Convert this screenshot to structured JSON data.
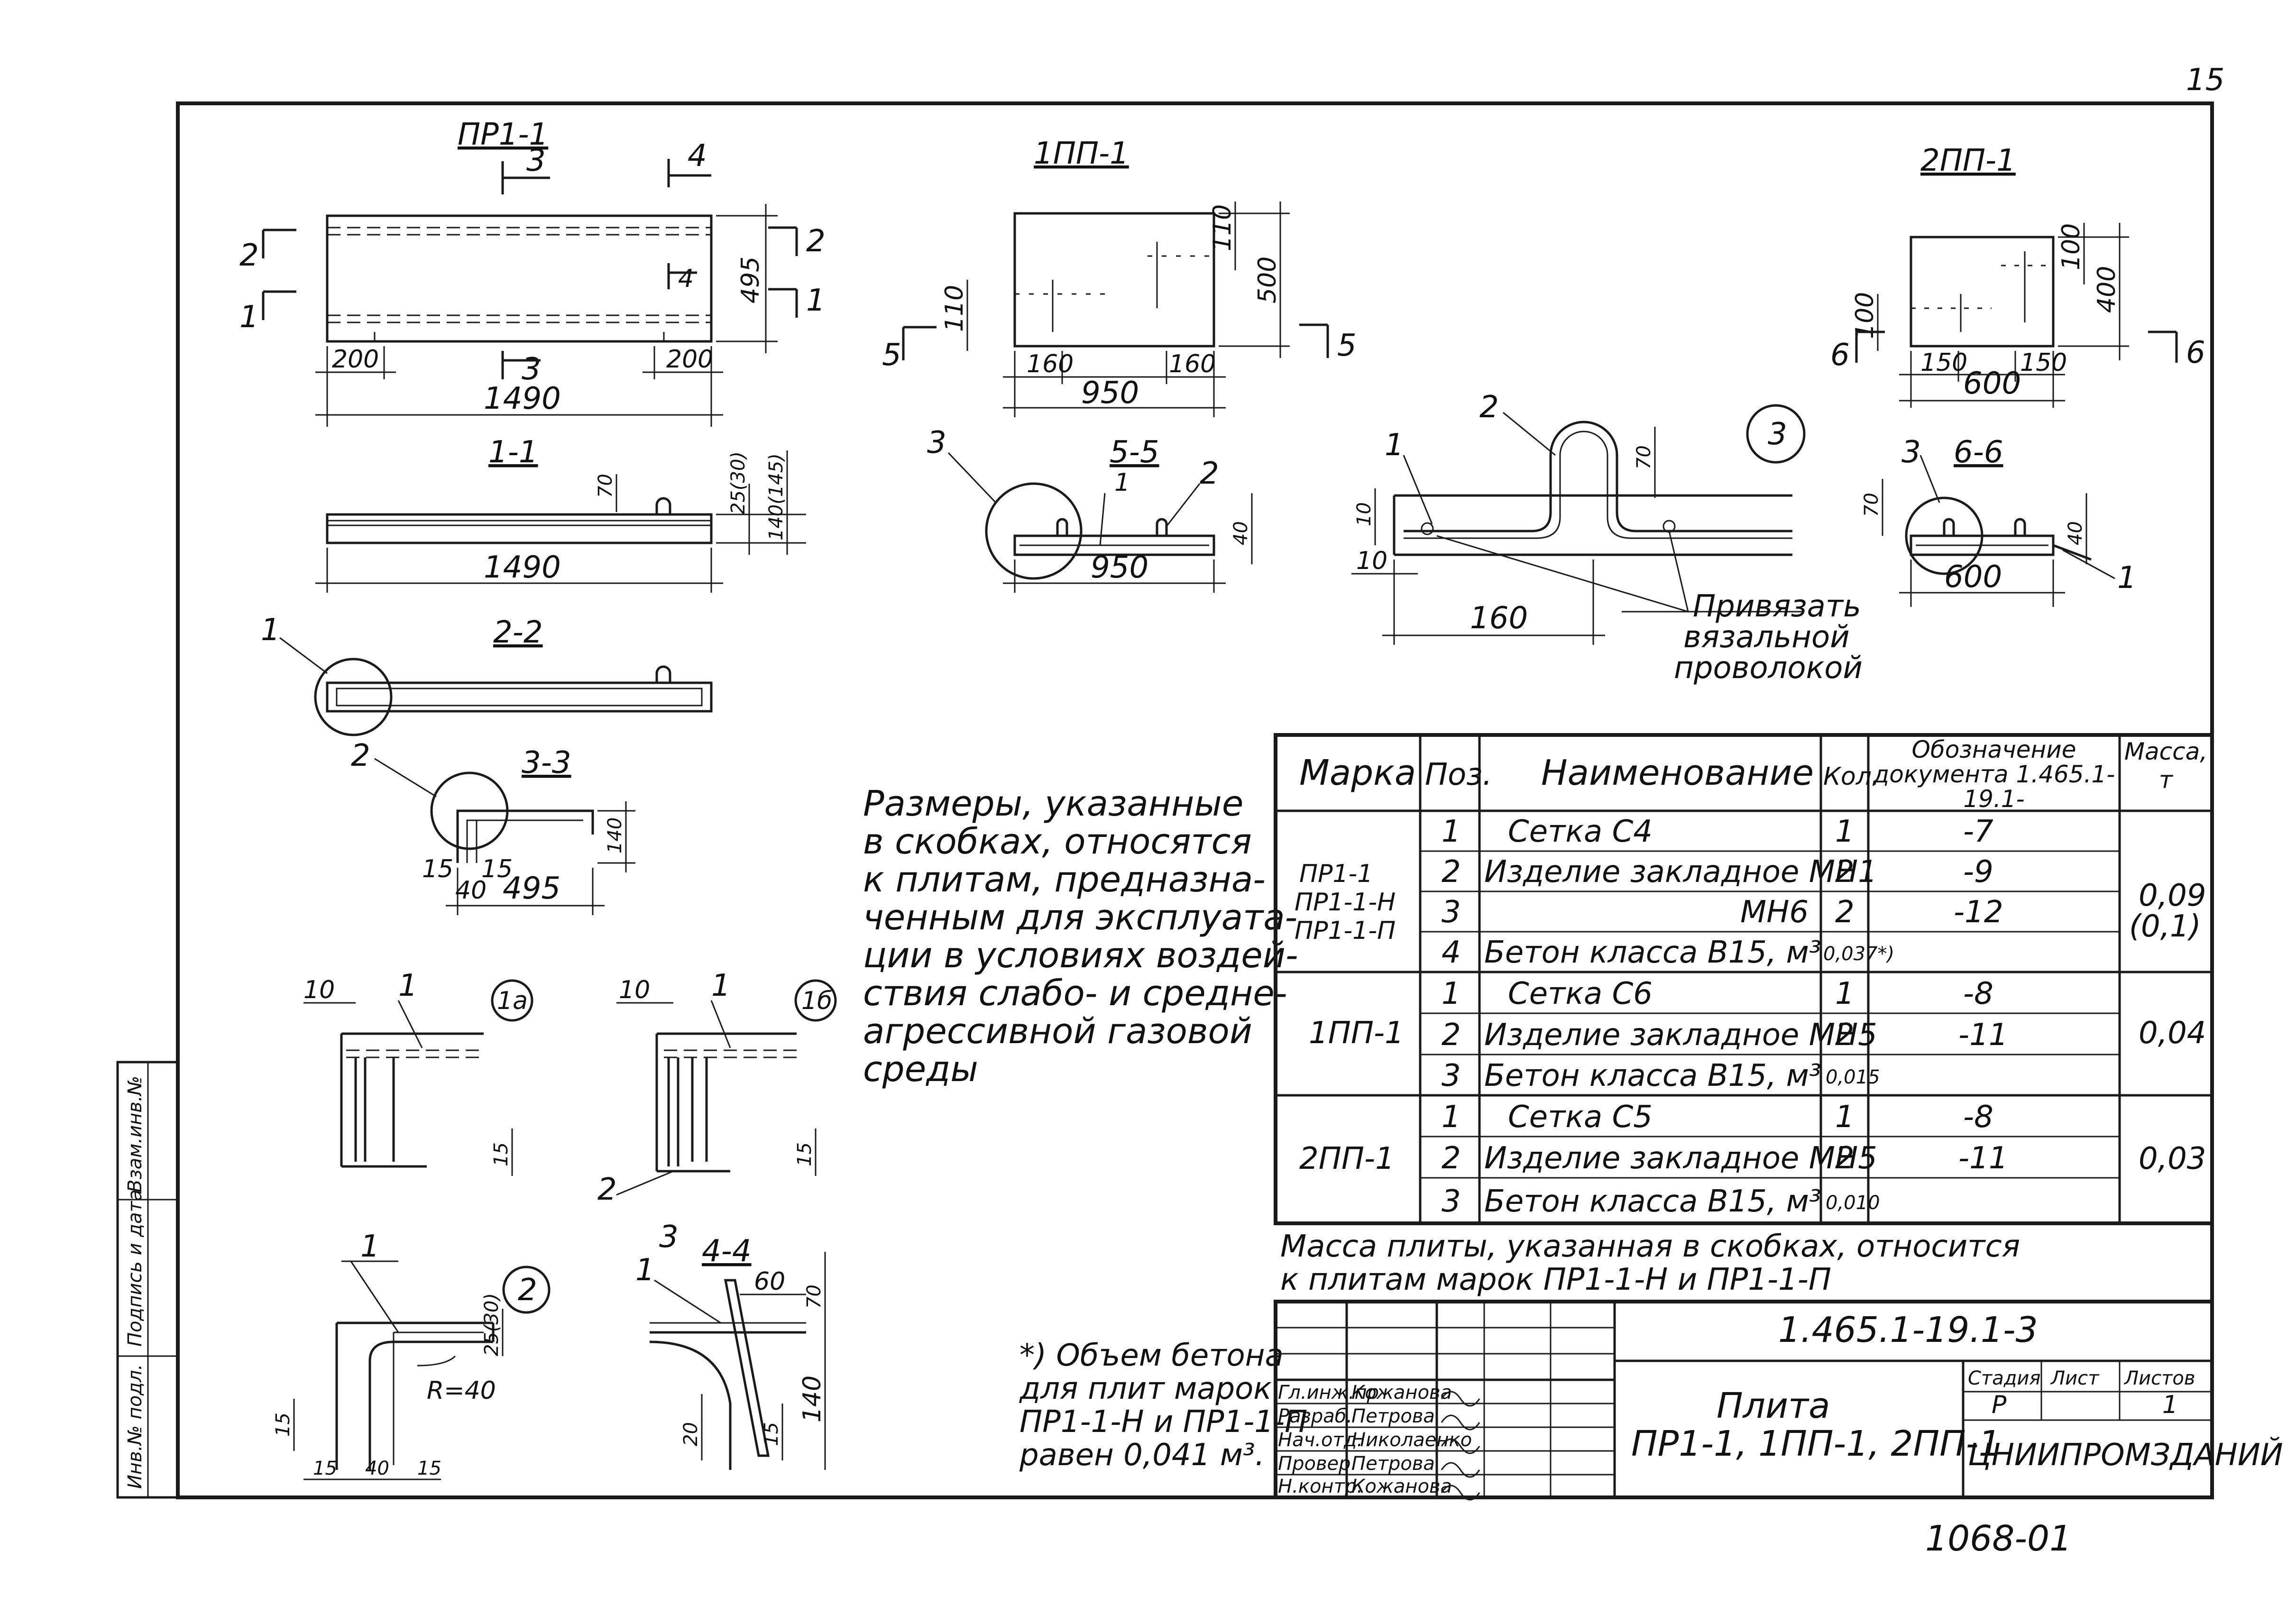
{
  "sheet": {
    "page_number": "15",
    "drawing_number": "1068-01",
    "code": "1.465.1-19.1-3",
    "title_lines": [
      "Плита",
      "ПР1-1, 1ПП-1, 2ПП-1"
    ],
    "organization": "ЦНИИПРОМЗДАНИЙ",
    "stage_label": "Стадия",
    "stage_value": "Р",
    "sheet_label": "Лист",
    "sheets_label": "Листов",
    "sheets_value": "1"
  },
  "left_strip": [
    "Инв.№ подл.",
    "Подпись и дата",
    "Взам.инв.№"
  ],
  "signatures": [
    {
      "role": "Гл.инж.пр",
      "name": "Кожанова"
    },
    {
      "role": "Разраб.",
      "name": "Петрова"
    },
    {
      "role": "Нач.отд.",
      "name": "Николаенко"
    },
    {
      "role": "Провер.",
      "name": "Петрова"
    },
    {
      "role": "Н.контр.",
      "name": "Кожанова"
    }
  ],
  "views": {
    "pr11": {
      "title": "ПР1-1",
      "dims": [
        "200",
        "200",
        "1490",
        "495"
      ],
      "cuts": [
        "1",
        "2",
        "3",
        "4"
      ]
    },
    "pp1": {
      "title": "1ПП-1",
      "dims": [
        "160",
        "160",
        "950",
        "110",
        "500",
        "110"
      ],
      "cuts": [
        "5"
      ]
    },
    "pp2": {
      "title": "2ПП-1",
      "dims": [
        "150",
        "150",
        "600",
        "100",
        "100",
        "400"
      ],
      "cuts": [
        "6"
      ]
    },
    "s11": {
      "title": "1-1",
      "dims": [
        "1490",
        "25(30)",
        "140(145)",
        "70"
      ]
    },
    "s55": {
      "title": "5-5",
      "dims": [
        "950",
        "40"
      ],
      "pos": [
        "3",
        "1",
        "2"
      ]
    },
    "s66": {
      "title": "6-6",
      "dims": [
        "600",
        "40",
        "70"
      ],
      "pos": [
        "3",
        "1"
      ]
    },
    "s22": {
      "title": "2-2",
      "pos": [
        "1"
      ]
    },
    "s33": {
      "title": "3-3",
      "dims": [
        "15",
        "15",
        "40",
        "495",
        "140"
      ],
      "pos": [
        "2"
      ]
    },
    "node3": {
      "mark": "3",
      "dims": [
        "160",
        "10",
        "10",
        "70"
      ],
      "pos": [
        "1",
        "2"
      ],
      "note": [
        "Привязать",
        "вязальной",
        "проволокой"
      ]
    },
    "node1a": {
      "mark": "1а",
      "dims": [
        "10",
        "15"
      ],
      "pos": [
        "1"
      ]
    },
    "node1b": {
      "mark": "1б",
      "dims": [
        "10",
        "15"
      ],
      "pos": [
        "1",
        "2"
      ]
    },
    "node2": {
      "mark": "2",
      "dims": [
        "R=40",
        "25(30)",
        "15",
        "15",
        "40",
        "15"
      ],
      "pos": [
        "1"
      ]
    },
    "s44": {
      "title": "4-4",
      "dims": [
        "60",
        "70",
        "140",
        "20",
        "15"
      ],
      "pos": [
        "3",
        "1"
      ]
    }
  },
  "note_sizes": [
    "Размеры, указанные",
    "в скобках, относятся",
    "к плитам, предназна-",
    "ченным для эксплуата-",
    "ции в условиях воздей-",
    "ствия слабо- и средне-",
    "агрессивной газовой",
    "среды"
  ],
  "note_mass": [
    "Масса плиты, указанная в скобках, относится",
    "к плитам марок ПР1-1-Н и ПР1-1-П"
  ],
  "note_concrete": [
    "*) Объем бетона",
    "для плит марок",
    "ПР1-1-Н и ПР1-1-П",
    "равен 0,041 м³."
  ],
  "spec": {
    "headers": [
      "Марка",
      "Поз.",
      "Наименование",
      "Кол.",
      "Обозначение документа 1.465.1-19.1-",
      "Масса, т"
    ],
    "groups": [
      {
        "marks": [
          "ПР1-1",
          "ПР1-1-Н",
          "ПР1-1-П"
        ],
        "mass": [
          "0,09",
          "(0,1)"
        ],
        "rows": [
          {
            "pos": "1",
            "name": "Сетка С4",
            "qty": "1",
            "doc": "-7"
          },
          {
            "pos": "2",
            "name": "Изделие закладное МН1",
            "qty": "2",
            "doc": "-9"
          },
          {
            "pos": "3",
            "name": "МН6",
            "qty": "2",
            "doc": "-12"
          },
          {
            "pos": "4",
            "name": "Бетон класса В15, м³",
            "qty": "0,037*)",
            "doc": ""
          }
        ]
      },
      {
        "marks": [
          "1ПП-1"
        ],
        "mass": [
          "0,04"
        ],
        "rows": [
          {
            "pos": "1",
            "name": "Сетка С6",
            "qty": "1",
            "doc": "-8"
          },
          {
            "pos": "2",
            "name": "Изделие закладное МН5",
            "qty": "2",
            "doc": "-11"
          },
          {
            "pos": "3",
            "name": "Бетон класса В15, м³",
            "qty": "0,015",
            "doc": ""
          }
        ]
      },
      {
        "marks": [
          "2ПП-1"
        ],
        "mass": [
          "0,03"
        ],
        "rows": [
          {
            "pos": "1",
            "name": "Сетка С5",
            "qty": "1",
            "doc": "-8"
          },
          {
            "pos": "2",
            "name": "Изделие закладное МН5",
            "qty": "2",
            "doc": "-11"
          },
          {
            "pos": "3",
            "name": "Бетон класса В15, м³",
            "qty": "0,010",
            "doc": ""
          }
        ]
      }
    ]
  }
}
